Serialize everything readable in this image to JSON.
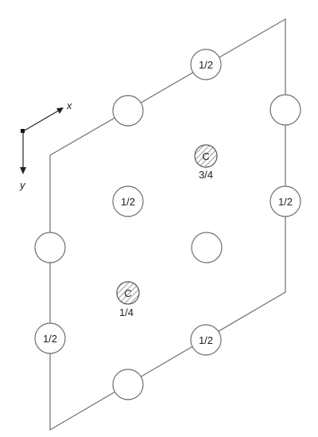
{
  "colors": {
    "line": "#6f6f6f",
    "circle_fill": "#ffffff",
    "atom_stroke": "#555555",
    "hatch": "#777777",
    "text": "#222222"
  },
  "axes": {
    "x_label": "x",
    "y_label": "y"
  },
  "sites": [
    {
      "name": "site-top-edge-half",
      "label": "1/2"
    },
    {
      "name": "site-top-left",
      "label": ""
    },
    {
      "name": "site-right-upper",
      "label": ""
    },
    {
      "name": "site-right-half",
      "label": "1/2"
    },
    {
      "name": "site-inner-left-half",
      "label": "1/2"
    },
    {
      "name": "site-left-middle",
      "label": ""
    },
    {
      "name": "site-center",
      "label": ""
    },
    {
      "name": "site-left-lower-half",
      "label": "1/2"
    },
    {
      "name": "site-bottom-edge-half",
      "label": "1/2"
    },
    {
      "name": "site-bottom",
      "label": ""
    }
  ],
  "carbon_atoms": [
    {
      "name": "carbon-upper",
      "symbol": "C",
      "height": "3/4"
    },
    {
      "name": "carbon-lower",
      "symbol": "C",
      "height": "1/4"
    }
  ]
}
